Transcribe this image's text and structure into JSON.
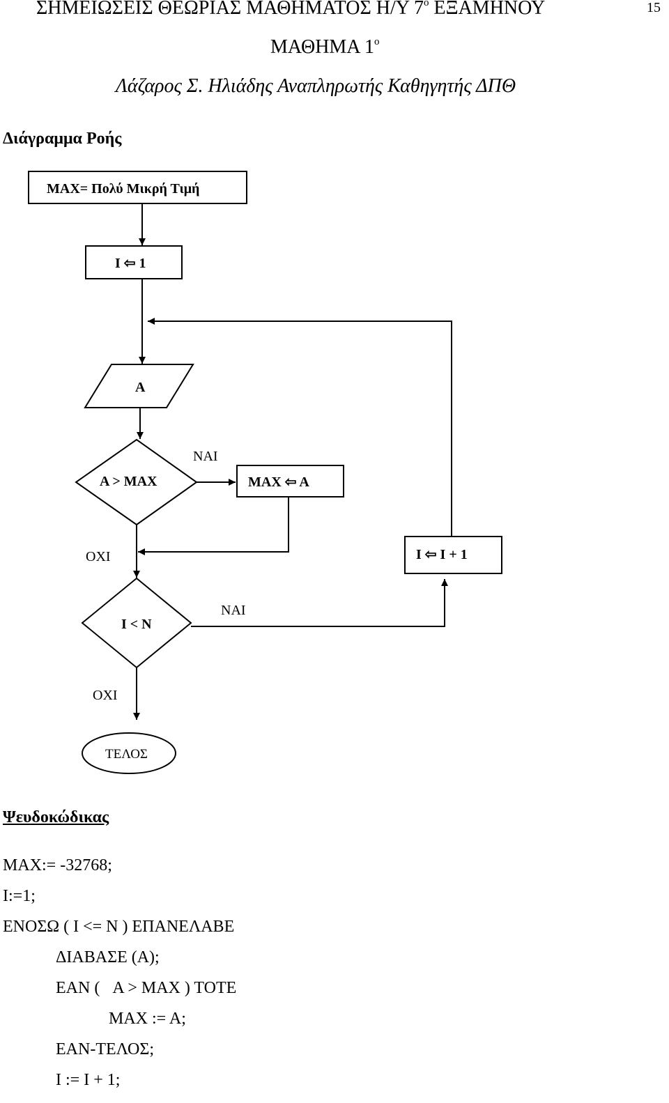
{
  "header": {
    "title": "ΣΗΜΕΙΩΣΕΙΣ ΘΕΩΡΙΑΣ ΜΑΘΗΜΑΤΟΣ Η/Υ 7",
    "title_sup": "ο",
    "title_end": " ΕΞΑΜΗΝΟΥ",
    "page_number": "15",
    "lesson": "ΜΑΘΗΜΑ 1",
    "lesson_sup": "ο",
    "author": "Λάζαρος Σ. Ηλιάδης Αναπληρωτής Καθηγητής ΔΠΘ"
  },
  "flowchart_section": {
    "heading": "Διάγραμμα Ροής",
    "nodes": {
      "init_max": "MAX= Πολύ Μικρή Τιμή",
      "init_i": "I ⇦ 1",
      "read_a": "A",
      "cond1": "A > MAX",
      "assign_max": "MAX ⇦ A",
      "inc_i": "I ⇦ I + 1",
      "cond2": "I < N",
      "end": "ΤΕΛΟΣ"
    },
    "labels": {
      "yes1": "NAI",
      "no1": "OXI",
      "yes2": "NAI",
      "no2": "OXI"
    }
  },
  "pseudocode_section": {
    "heading": "Ψευδοκώδικας",
    "lines": [
      "MAX:= -32768;",
      "I:=1;",
      "ΕΝΟΣΩ ( I <= N ) ΕΠΑΝΕΛΑΒΕ",
      "ΔΙΑΒΑΣΕ (A);",
      "ΕΑΝ (   A > MAX ) ΤΟΤΕ",
      "MAX := A;",
      "ΕΑΝ-ΤΕΛΟΣ;",
      "I := I + 1;"
    ]
  }
}
